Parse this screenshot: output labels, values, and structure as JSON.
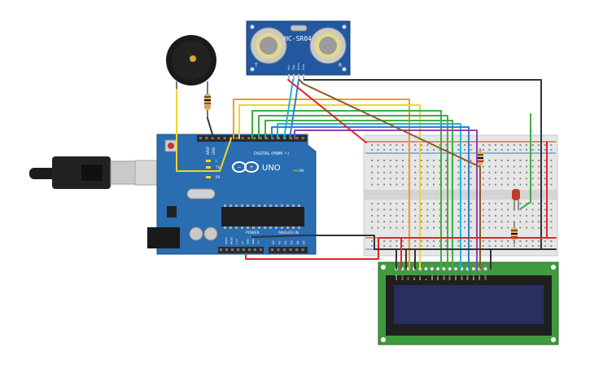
{
  "sensor": {
    "model": "HC-SR04",
    "left_mark": "T",
    "right_mark": "R",
    "pins": [
      "Vcc",
      "Trig",
      "Echo",
      "Gnd"
    ]
  },
  "arduino": {
    "brand_logo": "UNO",
    "digital_label": "DIGITAL (PWM ~)",
    "power_label": "POWER",
    "analog_label": "ANALOG IN",
    "aref": "AREF",
    "gnd": "GND",
    "tx": "TX",
    "rx": "RX",
    "l": "L",
    "on": "ON",
    "power_pins": [
      "IOREF",
      "RESET",
      "3.3V",
      "5V",
      "GND",
      "GND",
      "Vin"
    ],
    "analog_pins": [
      "A0",
      "A1",
      "A2",
      "A3",
      "A4",
      "A5"
    ]
  },
  "lcd": {
    "pins": [
      "GND",
      "VCC",
      "V0",
      "RS",
      "RW",
      "E",
      "DB0",
      "DB1",
      "DB2",
      "DB3",
      "DB4",
      "DB5",
      "DB6",
      "DB7",
      "LED",
      "LED"
    ]
  },
  "colors": {
    "red": "#e0262b",
    "black": "#333333",
    "orange": "#f39c12",
    "yellow": "#f1d42a",
    "green": "#3cb043",
    "cyan": "#1fb6d6",
    "blue": "#2f7fd0",
    "purple": "#8e44ad",
    "brown": "#8b5a2b",
    "board": "#2a6db1",
    "sensor": "#22589f",
    "lcd_pcb": "#3e9b3e",
    "lcd_screen": "#27305e"
  }
}
